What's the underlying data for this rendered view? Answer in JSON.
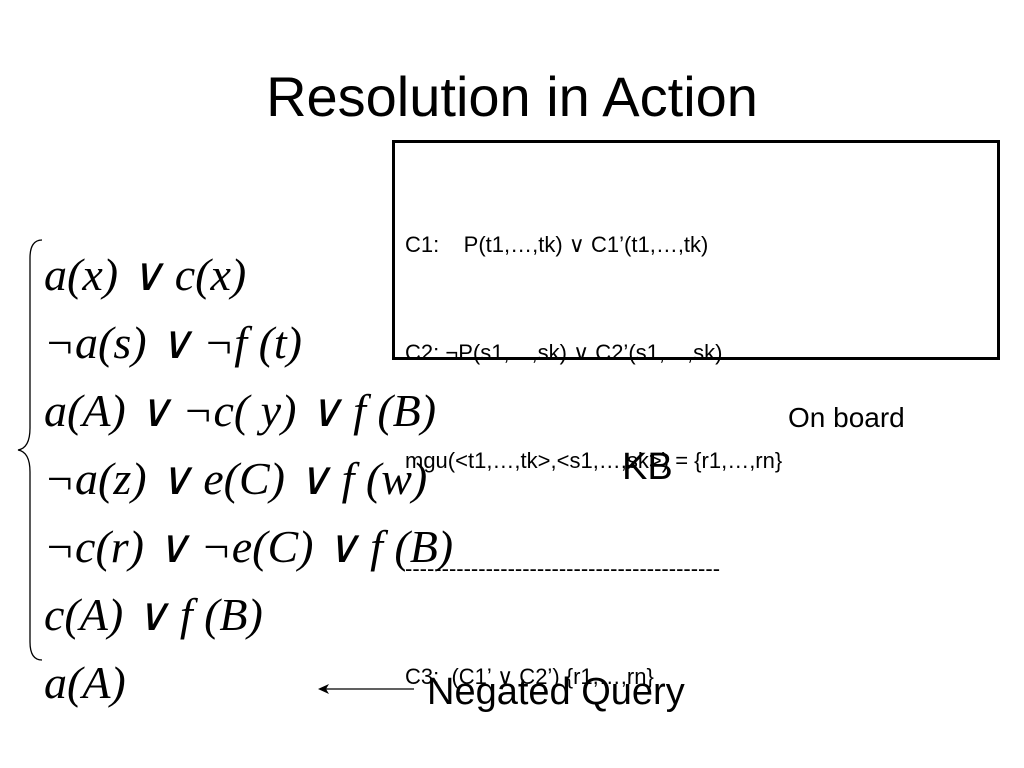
{
  "slide": {
    "title": "Resolution in Action"
  },
  "rule_box": {
    "lines": [
      "C1:    P(t1,…,tk) ∨ C1’(t1,…,tk)",
      "C2: ¬P(s1,…,sk) ∨ C2’(s1,…,sk)",
      "mgu(<t1,…,tk>,<s1,…,sk>) = {r1,…,rn}",
      "-------------------------------------------",
      "C3:  (C1’ ∨ C2’) {r1,…,rn}"
    ]
  },
  "kb": {
    "label": "KB",
    "clauses": [
      "a(x) ∨ c(x)",
      "¬a(s) ∨ ¬f (t)",
      "a(A) ∨ ¬c( y) ∨ f (B)",
      "¬a(z) ∨ e(C) ∨ f (w)",
      "¬c(r) ∨ ¬e(C) ∨ f (B)",
      "c(A) ∨ f (B)"
    ]
  },
  "query": {
    "clause": "a(A)",
    "label": "Negated Query"
  },
  "note": {
    "label": "On board"
  }
}
